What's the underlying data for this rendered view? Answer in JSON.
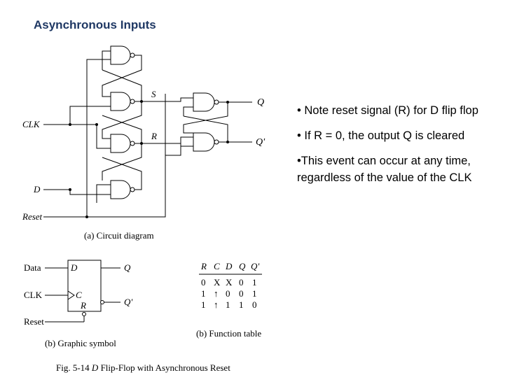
{
  "title": "Asynchronous Inputs",
  "circuit": {
    "labels": {
      "S": "S",
      "R": "R",
      "Q": "Q",
      "Qp": "Q'",
      "clk": "CLK",
      "d": "D",
      "reset": "Reset"
    },
    "caption": "(a) Circuit diagram"
  },
  "symbol": {
    "inputs": {
      "data": "Data",
      "clk": "CLK",
      "reset": "Reset"
    },
    "box": {
      "d": "D",
      "c": "C",
      "r": "R",
      "q": "Q",
      "qp": "Q'"
    },
    "caption": "(b) Graphic symbol"
  },
  "table": {
    "headers": [
      "R",
      "C",
      "D",
      "Q",
      "Q'"
    ],
    "rows": [
      [
        "0",
        "X",
        "X",
        "0",
        "1"
      ],
      [
        "1",
        "↑",
        "0",
        "0",
        "1"
      ],
      [
        "1",
        "↑",
        "1",
        "1",
        "0"
      ]
    ],
    "caption": "(b) Function table"
  },
  "figure_caption": {
    "prefix": "Fig. 5-14 ",
    "italic": "D",
    "rest": " Flip-Flop with Asynchronous Reset"
  },
  "bullets": [
    "•  Note reset signal (R) for D flip flop",
    "• If R = 0, the output Q is cleared",
    "•This event can occur at any time, regardless of the value of the CLK"
  ]
}
